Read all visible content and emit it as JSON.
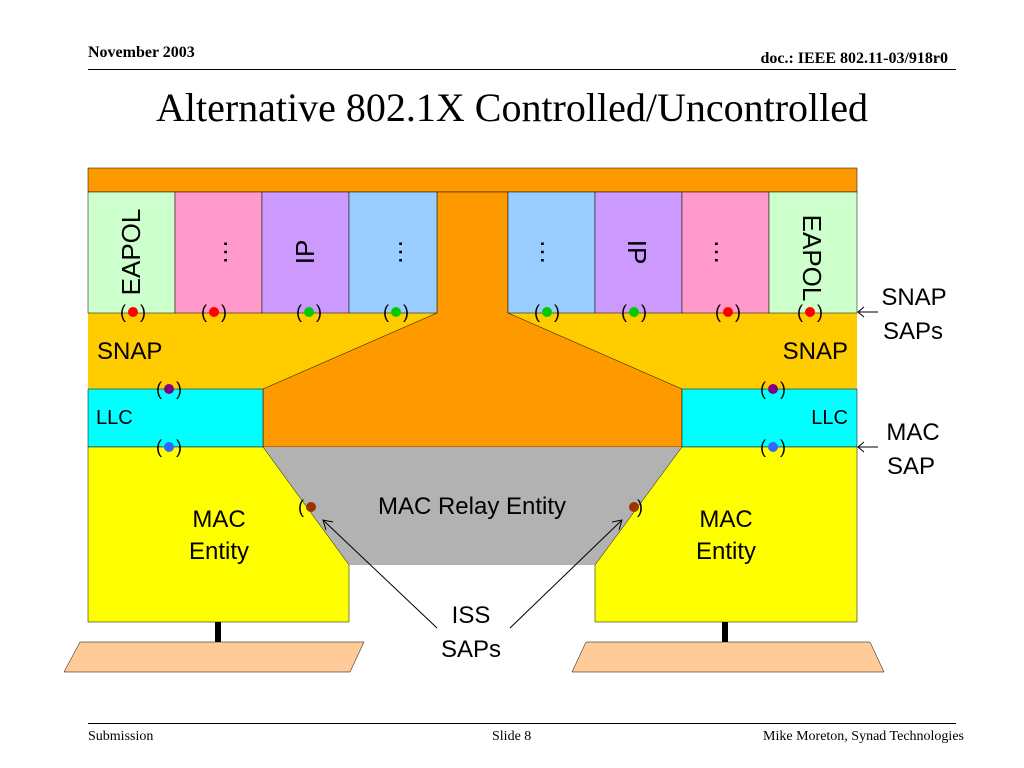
{
  "header": {
    "date": "November 2003",
    "doc": "doc.: IEEE 802.11-03/918r0"
  },
  "title": "Alternative 802.1X Controlled/Uncontrolled",
  "diagram": {
    "left_tops": [
      "EAPOL",
      "…",
      "IP",
      "…"
    ],
    "right_tops": [
      "…",
      "IP",
      "…",
      "EAPOL"
    ],
    "snap": "SNAP",
    "llc": "LLC",
    "mac_entity": [
      "MAC",
      "Entity"
    ],
    "relay": "MAC Relay Entity",
    "label_snap_saps": [
      "SNAP",
      "SAPs"
    ],
    "label_mac_sap": [
      "MAC",
      "SAP"
    ],
    "label_iss_saps": [
      "ISS",
      "SAPs"
    ],
    "colors": {
      "orange": "#FF9900",
      "gold": "#FFCC00",
      "cyan": "#00FFFF",
      "yellow": "#FFFF00",
      "gray": "#B2B2B2",
      "mint": "#CCFFCC",
      "pink": "#FF99CC",
      "lavender": "#CC99FF",
      "sky": "#99CCFF",
      "peach": "#FFCC99",
      "red_dot": "#FF0000",
      "green_dot": "#00CC00",
      "purple_dot": "#800080",
      "blue_dot": "#3366FF",
      "brown_dot": "#993300"
    }
  },
  "footer": {
    "left": "Submission",
    "center": "Slide 8",
    "right": "Mike Moreton, Synad Technologies"
  }
}
